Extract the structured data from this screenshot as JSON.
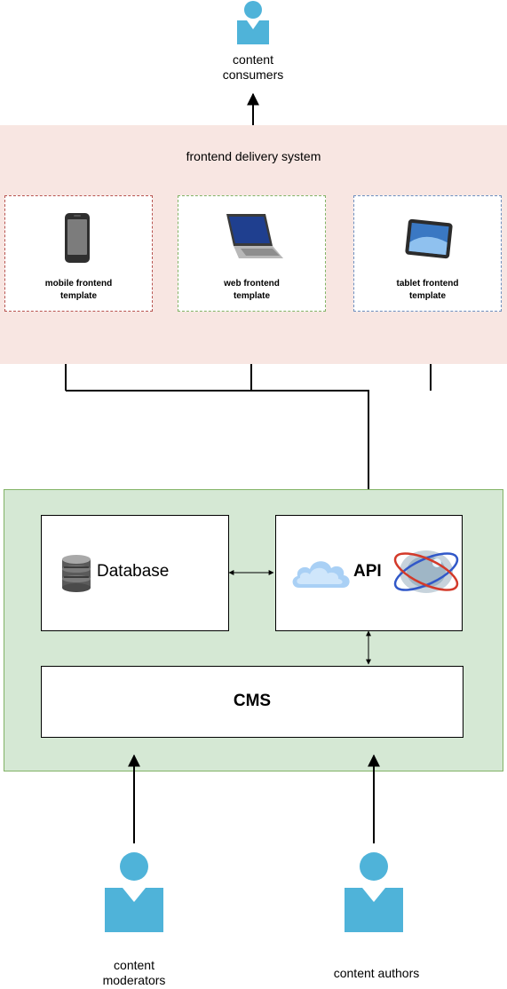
{
  "diagram": {
    "consumers_label": "content\nconsumers",
    "frontend_title": "frontend delivery system",
    "templates": [
      {
        "label": "mobile frontend\ntemplate",
        "border_color": "#b85450",
        "icon": "mobile-phone-icon"
      },
      {
        "label": "web frontend\ntemplate",
        "border_color": "#82b366",
        "icon": "laptop-icon"
      },
      {
        "label": "tablet frontend\ntemplate",
        "border_color": "#6c8ebf",
        "icon": "tablet-icon"
      }
    ],
    "database_label": "Database",
    "api_label": "API",
    "cms_label": "CMS",
    "moderators_label": "content\nmoderators",
    "authors_label": "content authors"
  },
  "colors": {
    "person": "#4fb3d9",
    "frontend_panel": "#f8e6e2",
    "backend_panel": "#d5e8d4",
    "backend_border": "#82b366"
  }
}
